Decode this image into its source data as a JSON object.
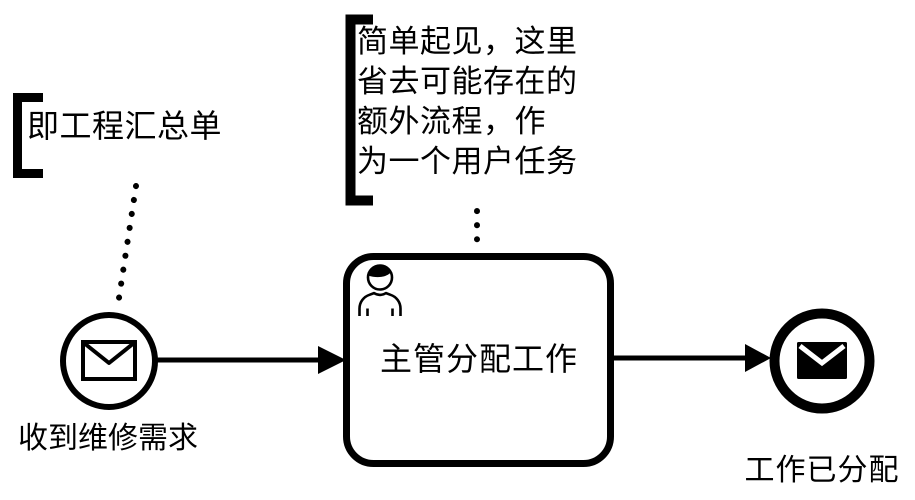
{
  "diagram": {
    "colors": {
      "stroke": "#000000",
      "background": "#ffffff"
    },
    "annotation_summary": {
      "text": "即工程汇总单",
      "icon": "open-bracket-icon"
    },
    "annotation_task": {
      "icon": "open-bracket-icon",
      "lines": [
        "简单起见，这里",
        "省去可能存在的",
        "额外流程，作",
        "为一个用户任务"
      ]
    },
    "start_event": {
      "label": "收到维修需求",
      "icon": "message-envelope-icon",
      "type": "message-start-event"
    },
    "user_task": {
      "label": "主管分配工作",
      "icon": "user-icon",
      "type": "user-task"
    },
    "end_event": {
      "label": "工作已分配",
      "icon": "message-envelope-filled-icon",
      "type": "message-end-event"
    }
  }
}
